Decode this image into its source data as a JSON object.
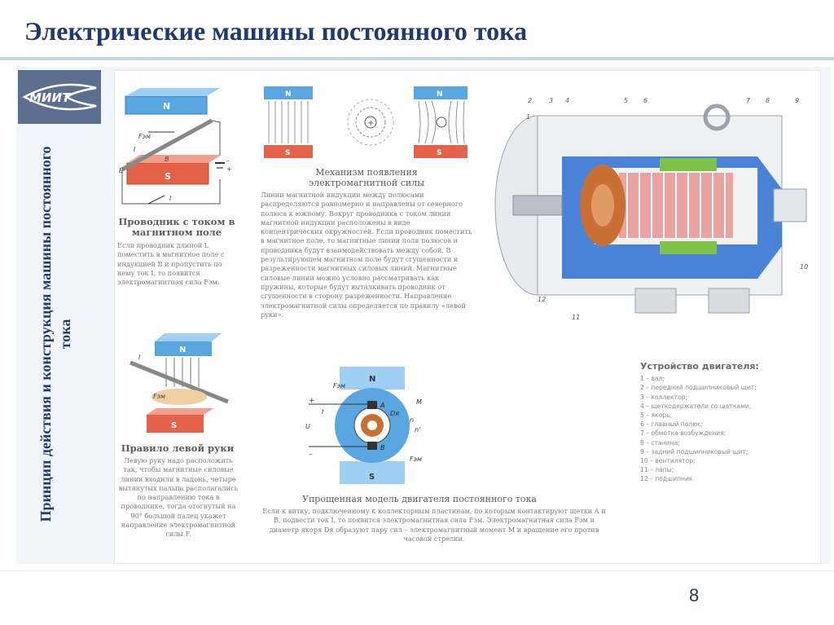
{
  "slide": {
    "title": "Электрические машины постоянного тока",
    "side_heading": "Принцип действия и конструкция машины постоянного тока",
    "page_number": "8",
    "logo_text": "МИИТ"
  },
  "figures": {
    "conductor": {
      "caption": "Проводник с током в магнитном поле",
      "text": "Если проводник длиной L поместить в магнитное поле с индукцией B и пропустить по нему ток I, то появится электромагнитная сила Fэм.",
      "labels": {
        "north": "N",
        "south": "S",
        "force": "Fэм",
        "induction": "B",
        "current": "I",
        "e": "E",
        "plus": "+",
        "minus": "–"
      }
    },
    "mechanism": {
      "caption": "Механизм появления электромагнитной силы",
      "text": "Линии магнитной индукции между полюсами распределяются равномерно и направлены от северного полюса к южному. Вокруг проводника с током линии магнитной индукции расположены в виде концентрических окружностей. Если проводник поместить в магнитное поле, то магнитные линии поля полюсов и проводника будут взаимодействовать между собой. В результирующем магнитном поле будут сгущенности и разреженности магнитных силовых линий. Магнитные силовые линии можно условно рассматривать как пружины, которые будут выталкивать проводник от сгущенности в сторону разреженности. Направление электромагнитной силы определяется по правилу «левой руки».",
      "labels": {
        "north": "N",
        "south": "S"
      }
    },
    "left_hand": {
      "caption": "Правило левой руки",
      "text": "Левую руку надо расположить так, чтобы магнитные силовые линии входили в ладонь, четыре вытянутых пальца располагались по направлению тока в проводнике, тогда отогнутый на 90° большой палец укажет направление электромагнитной силы F.",
      "labels": {
        "north": "N",
        "south": "S",
        "current": "I",
        "force": "Fэм"
      }
    },
    "simple_model": {
      "caption": "Упрощенная модель двигателя постоянного тока",
      "text": "Если к витку, подключенному к коллекторным пластинам, по которым контактируют щетки A и B, подвести ток I, то появится электромагнитная сила Fэм. Электромагнитная сила Fэм и диаметр якоря Dя образуют пару сил – электромагнитный момент M и вращение его против часовой стрелки.",
      "labels": {
        "north": "N",
        "south": "S",
        "force_top": "Fэм",
        "force_bottom": "Fэм",
        "brush_a": "A",
        "brush_b": "B",
        "current": "I",
        "voltage": "U",
        "moment": "M",
        "diameter": "Dя",
        "n_label": "n",
        "n_prime": "n'",
        "plus": "+",
        "minus": "–"
      }
    },
    "motor": {
      "callouts": [
        "1",
        "2",
        "3",
        "4",
        "5",
        "6",
        "7",
        "8",
        "9",
        "10",
        "11",
        "12"
      ],
      "legend_title": "Устройство двигателя:",
      "legend": [
        "1 – вал;",
        "2 – передний подшипниковый щит;",
        "3 – коллектор;",
        "4 – щеткодержатели со щетками;",
        "5 – якорь;",
        "6 – главный полюс;",
        "7 – обмотка возбуждения;",
        "8 – станина;",
        "9 – задний подшипниковый щит;",
        "10 – вентилятор;",
        "11 – лапы;",
        "12 – подшипник"
      ]
    }
  },
  "colors": {
    "title": "#1f3a6e",
    "north": "#5aa6e0",
    "south": "#e4624a",
    "accent_blue": "#2c6fd0",
    "copper": "#c96f34"
  }
}
